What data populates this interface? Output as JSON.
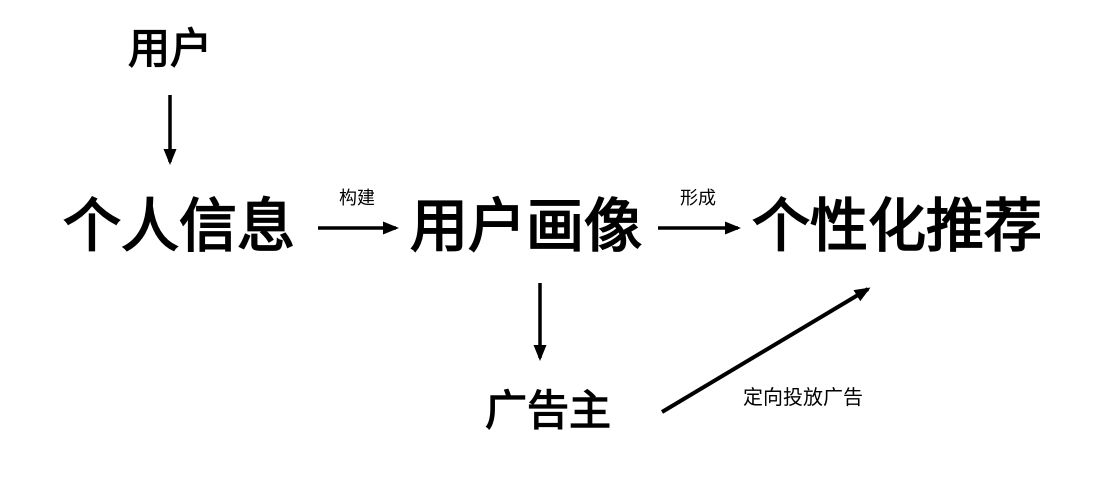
{
  "diagram": {
    "background_color": "#ffffff",
    "ink_color": "#000000",
    "nodes": [
      {
        "id": "user",
        "label": "用户"
      },
      {
        "id": "personal-info",
        "label": "个人信息"
      },
      {
        "id": "user-profile",
        "label": "用户画像"
      },
      {
        "id": "personalized-recommendation",
        "label": "个性化推荐"
      },
      {
        "id": "advertiser",
        "label": "广告主"
      }
    ],
    "edges": [
      {
        "id": "user-to-personal-info",
        "from": "user",
        "to": "personal-info",
        "label": ""
      },
      {
        "id": "personal-info-to-user-profile",
        "from": "personal-info",
        "to": "user-profile",
        "label": "构建"
      },
      {
        "id": "user-profile-to-personalized-recommendation",
        "from": "user-profile",
        "to": "personalized-recommendation",
        "label": "形成"
      },
      {
        "id": "user-profile-to-advertiser",
        "from": "user-profile",
        "to": "advertiser",
        "label": ""
      },
      {
        "id": "advertiser-to-personalized-recommendation",
        "from": "advertiser",
        "to": "personalized-recommendation",
        "label": "定向投放广告"
      }
    ]
  }
}
